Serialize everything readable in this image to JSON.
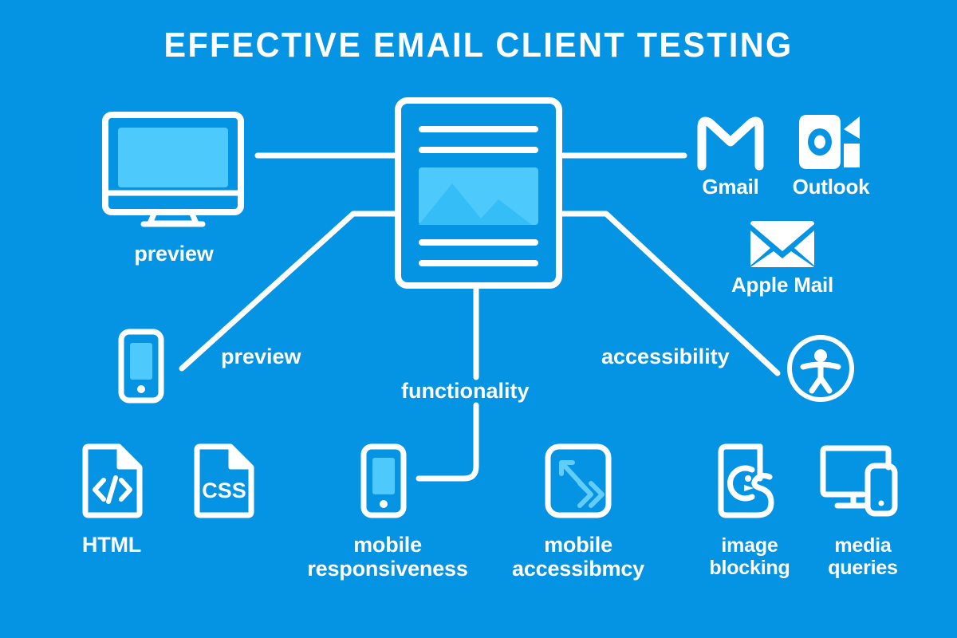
{
  "header": {
    "title": "EFFECTIVE EMAIL CLIENT TESTING"
  },
  "colors": {
    "background": "#0593e3",
    "stroke": "#ffffff",
    "screen_light": "#4dcafb",
    "image_fill": "#4dcafb",
    "mountain_fill": "#35bdf7",
    "accent_arrow": "#63cdf9"
  },
  "center": {
    "name": "email-document",
    "icon": "document-with-image-icon"
  },
  "connectors": [
    {
      "name": "connector-preview-desktop",
      "label": "",
      "from": "email-document",
      "to": "desktop-preview"
    },
    {
      "name": "connector-clients",
      "label": "",
      "from": "email-document",
      "to": "email-clients"
    },
    {
      "name": "connector-preview-mobile",
      "label": "preview",
      "from": "email-document",
      "to": "mobile-preview"
    },
    {
      "name": "connector-functionality",
      "label": "functionality",
      "from": "email-document",
      "to": "mobile-responsiveness"
    },
    {
      "name": "connector-accessibility",
      "label": "accessibility",
      "from": "email-document",
      "to": "accessibility"
    }
  ],
  "connector_labels": {
    "preview": "preview",
    "functionality": "functionality",
    "accessibility": "accessibility"
  },
  "nodes": {
    "desktop_preview": {
      "label": "preview",
      "icon": "desktop-monitor-icon"
    },
    "mobile_preview": {
      "label": "",
      "icon": "smartphone-icon"
    },
    "gmail": {
      "label": "Gmail",
      "icon": "gmail-icon"
    },
    "outlook": {
      "label": "Outlook",
      "icon": "outlook-icon"
    },
    "apple_mail": {
      "label": "Apple Mail",
      "icon": "envelope-icon"
    },
    "accessibility": {
      "label": "",
      "icon": "accessibility-person-icon"
    },
    "html": {
      "label": "HTML",
      "icon": "html-file-icon",
      "glyph": "</>"
    },
    "css": {
      "label": "",
      "icon": "css-file-icon",
      "glyph": "CSS"
    },
    "mobile_responsiveness": {
      "label": "mobile\nresponsiveness",
      "icon": "smartphone-icon"
    },
    "mobile_accessibility": {
      "label": "mobile\naccessibmcy",
      "icon": "resize-arrow-icon"
    },
    "image_blocking": {
      "label": "image\nblocking",
      "icon": "image-blocking-icon"
    },
    "media_queries": {
      "label": "media\nqueries",
      "icon": "responsive-devices-icon"
    }
  }
}
